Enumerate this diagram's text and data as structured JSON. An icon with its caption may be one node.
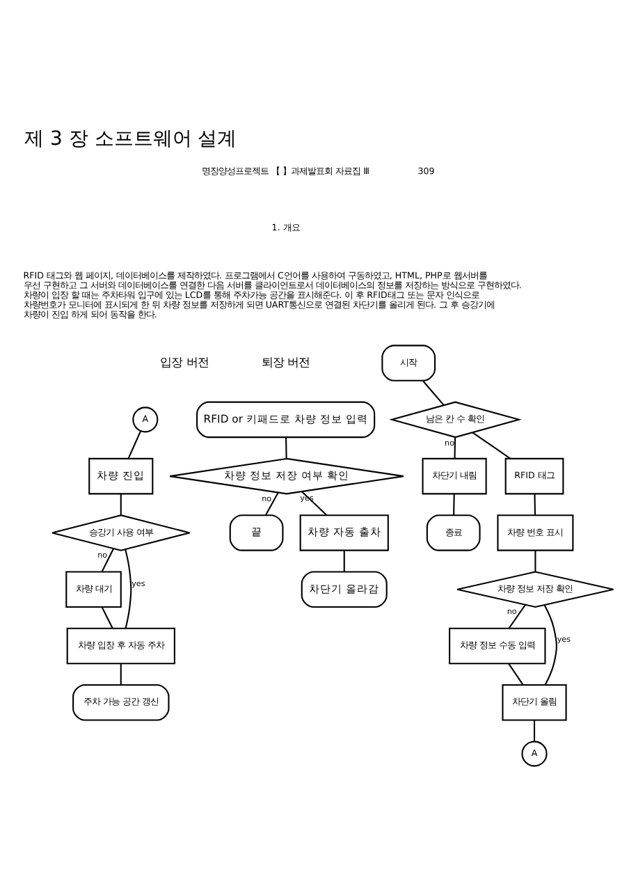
{
  "diagram": {
    "title": "제 3 장 소프트웨어 설계",
    "nodes": [
      {
        "text": [
          "시작"
        ]
      },
      {
        "text": [
          "남은 칸 수 확인"
        ]
      },
      {
        "text": [
          "차단기 내림"
        ]
      },
      {
        "text": [
          "종료"
        ]
      },
      {
        "text": [
          "RFID 태그"
        ]
      },
      {
        "text": [
          "차량 번호 표시"
        ]
      },
      {
        "text": [
          "차량 정보 저장 확인"
        ]
      },
      {
        "text": [
          "차량 정보 수동 입력"
        ]
      },
      {
        "text": [
          "차단기 올림"
        ]
      },
      {
        "text": [
          "A"
        ]
      },
      {
        "text": [
          "A"
        ]
      },
      {
        "text": [
          "차량 진입"
        ]
      },
      {
        "text": [
          "승강기 사용 여부"
        ]
      },
      {
        "text": [
          "차량 대기"
        ]
      },
      {
        "text": [
          "차량 입장 후 자동 주차"
        ]
      },
      {
        "text": [
          "주차 가능 공간 갱신"
        ]
      },
      {
        "text": [
          "RFID or 키패드로 차량 정보 입력"
        ]
      },
      {
        "text": [
          "차량 정보 저장 여부 확인"
        ]
      },
      {
        "text": [
          "끝"
        ]
      },
      {
        "text": [
          "차량 자동 출차"
        ]
      },
      {
        "text": [
          "차단기 올라감"
        ]
      }
    ],
    "edges": [
      {
        "from": 0,
        "to": 1,
        "arrow": "none"
      },
      {
        "from": 1,
        "to": 2,
        "arrow": "none",
        "label": "no"
      },
      {
        "from": 2,
        "to": 3,
        "arrow": "none"
      },
      {
        "from": 1,
        "to": 4,
        "arrow": "none"
      },
      {
        "from": 4,
        "to": 5,
        "arrow": "none"
      },
      {
        "from": 5,
        "to": 6,
        "arrow": "none"
      },
      {
        "from": 6,
        "to": 7,
        "arrow": "none",
        "label": "no"
      },
      {
        "from": 6,
        "to": 8,
        "arrow": "none",
        "label": "yes"
      },
      {
        "from": 7,
        "to": 8,
        "arrow": "none"
      },
      {
        "from": 8,
        "to": 9,
        "arrow": "none"
      },
      {
        "from": 10,
        "to": 11,
        "arrow": "none"
      },
      {
        "from": 11,
        "to": 12,
        "arrow": "none"
      },
      {
        "from": 12,
        "to": 13,
        "arrow": "none",
        "label": "no"
      },
      {
        "from": 12,
        "to": 14,
        "arrow": "none",
        "label": "yes"
      },
      {
        "from": 13,
        "to": 14,
        "arrow": "none"
      },
      {
        "from": 14,
        "to": 15,
        "arrow": "none"
      },
      {
        "from": 16,
        "to": 17,
        "arrow": "none"
      },
      {
        "from": 17,
        "to": 18,
        "arrow": "none",
        "label": "no"
      },
      {
        "from": 17,
        "to": 19,
        "arrow": "none",
        "label": "yes"
      },
      {
        "from": 19,
        "to": 20,
        "arrow": "none"
      }
    ],
    "labels": [
      "명장양성프로젝트 【 】과제발표회 자료집 Ⅲ",
      "309",
      "1. 개요",
      "RFID 태그와 웹 페이지, 데이터베이스를 제작하였다. 프로그램에서 C언어를 사용하여 구동하였고, HTML, PHP로 웹서버를 우선 구현하고 그 서버와 데이터베이스를 연결한 다음 서버를 클라이언트로서 데이터베이스의 정보를 저장하는 방식으로 구현하였다. 차량이 입장 할 때는 주차타워 입구에 있는 LCD를 통해 주차가능 공간을 표시해준다. 이 후 RFID태그 또는 문자 인식으로 차량번호가 모니터에 표시되게 한 뒤 차량 정보를 저장하게 되면 UART통신으로 연결된 차단기를 올리게 된다. 그 후 승강기에 차량이 진입 하게 되어 동작을 한다.",
      "입장 버전",
      "퇴장 버전"
    ]
  }
}
